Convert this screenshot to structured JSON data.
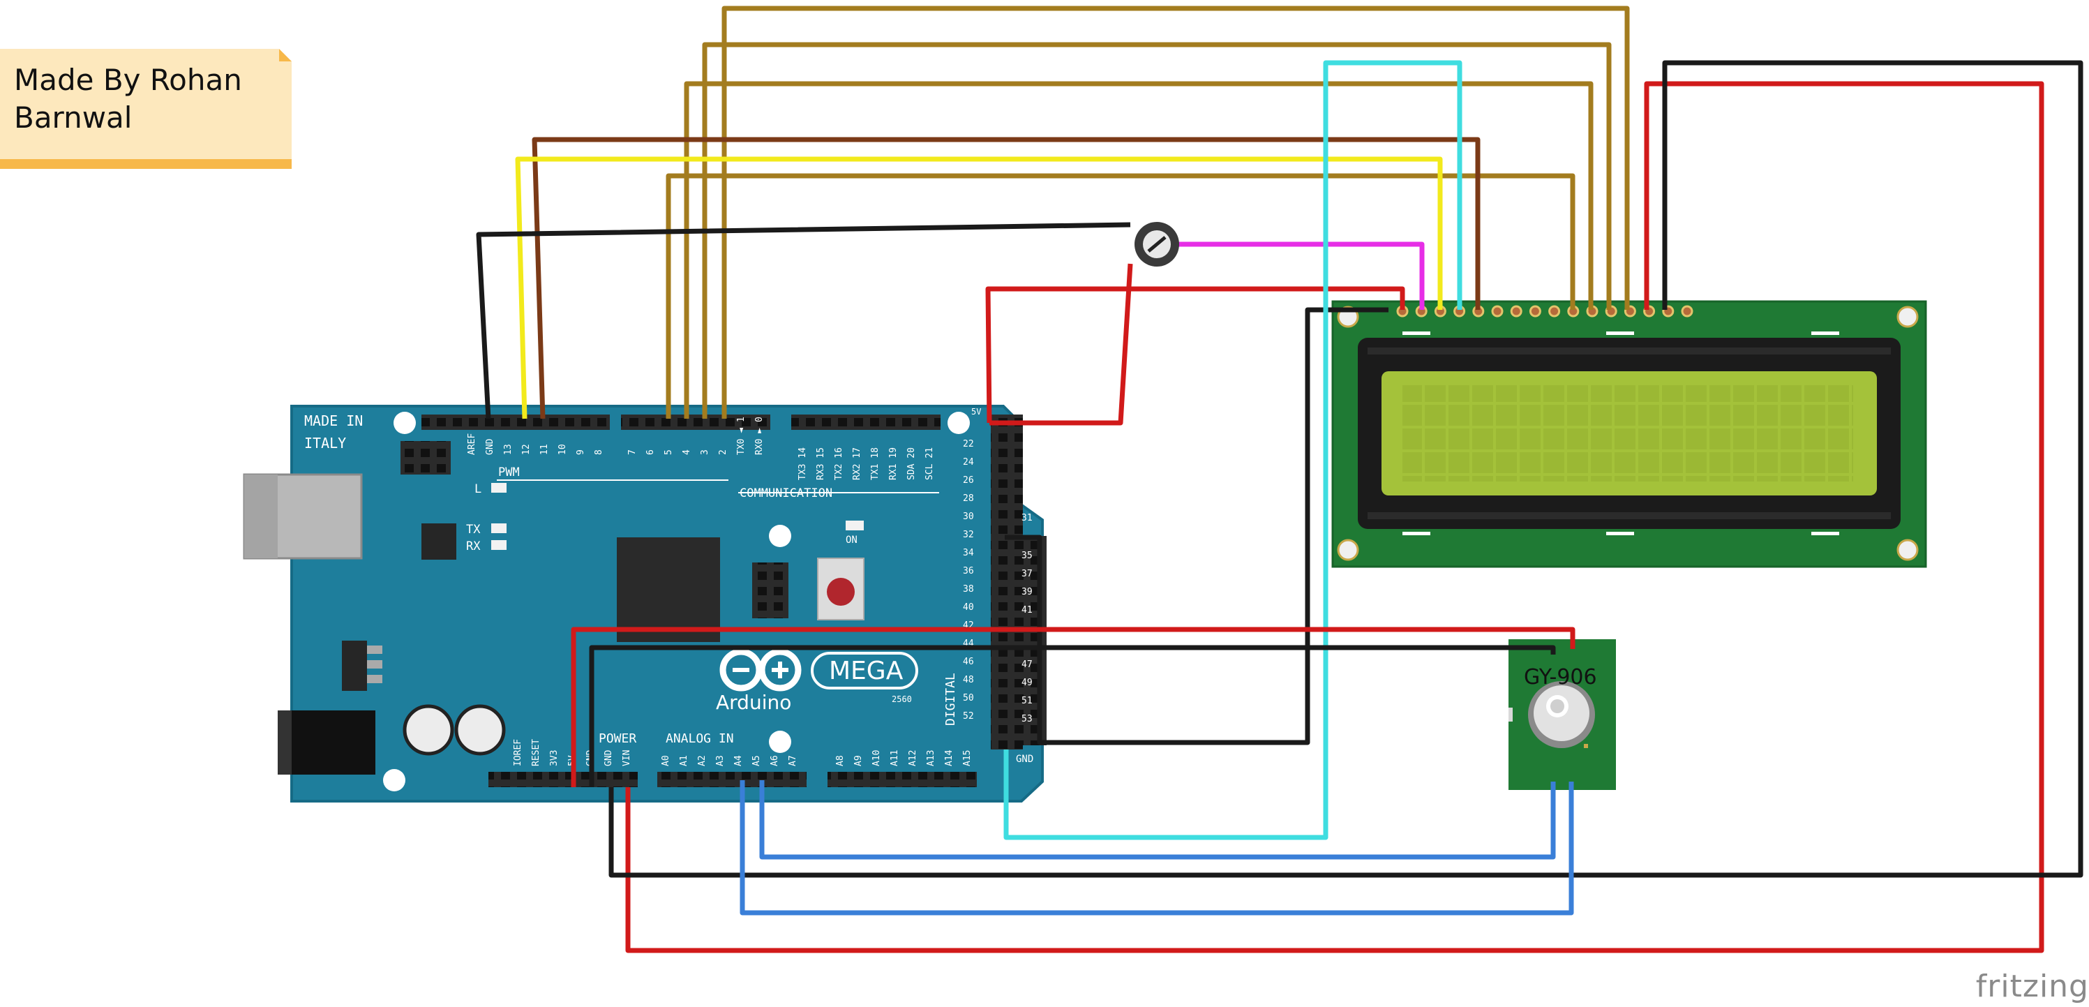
{
  "note": {
    "text": "Made By Rohan Barnwal"
  },
  "brand": "fritzing",
  "arduino": {
    "made_in": "MADE IN",
    "italy": "ITALY",
    "pwm": "PWM",
    "communication": "COMMUNICATION",
    "tx": "TX",
    "rx": "RX",
    "l": "L",
    "on": "ON",
    "power": "POWER",
    "analog_in": "ANALOG IN",
    "digital": "DIGITAL",
    "mega": "MEGA",
    "brand": "Arduino",
    "model": "2560",
    "pin_5v": "5V",
    "gnd": "GND",
    "top_header_labels": [
      "AREF",
      "GND",
      "13",
      "12",
      "11",
      "10",
      "9",
      "8"
    ],
    "pwm_labels": [
      "7",
      "6",
      "5",
      "4",
      "3",
      "2",
      "TX0 ◄ 1",
      "RX0 ► 0"
    ],
    "comm_labels": [
      "TX3 14",
      "RX3 15",
      "TX2 16",
      "RX2 17",
      "TX1 18",
      "RX1 19",
      "SDA 20",
      "SCL 21"
    ],
    "power_labels": [
      "IOREF",
      "RESET",
      "3V3",
      "5V",
      "GND",
      "GND",
      "VIN"
    ],
    "analog_labels": [
      "A0",
      "A1",
      "A2",
      "A3",
      "A4",
      "A5",
      "A6",
      "A7",
      "A8",
      "A9",
      "A10",
      "A11",
      "A12",
      "A13",
      "A14",
      "A15"
    ],
    "digital_left": [
      "22",
      "24",
      "26",
      "28",
      "30",
      "32",
      "34",
      "36",
      "38",
      "40",
      "42",
      "44",
      "46",
      "48",
      "50",
      "52"
    ],
    "digital_right": [
      "31",
      "35",
      "37",
      "39",
      "41",
      "47",
      "49",
      "51",
      "53"
    ]
  },
  "sensor": {
    "label": "GY-906"
  },
  "colors": {
    "board": "#1e7e9c",
    "board_edge": "#166b86",
    "lcd_pcb": "#1f7a34",
    "lcd_screen": "#a4c23a",
    "wire_red": "#d11a1a",
    "wire_black": "#1a1a1a",
    "wire_yellow": "#f2ea1c",
    "wire_brown": "#7b3a17",
    "wire_gold": "#a37c1f",
    "wire_cyan": "#3fdde0",
    "wire_blue": "#3a7fd8",
    "wire_magenta": "#e62ee6"
  }
}
